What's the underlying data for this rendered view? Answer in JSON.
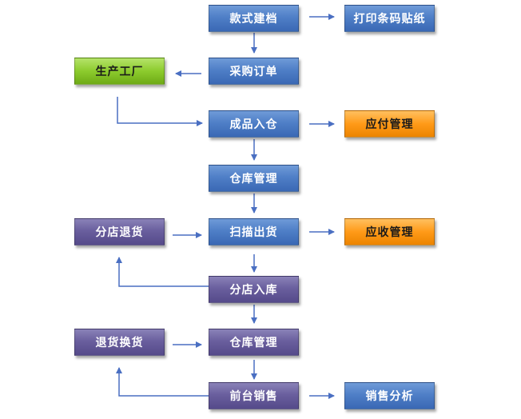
{
  "nodes": {
    "style_archive": "款式建档",
    "print_barcode": "打印条码贴纸",
    "factory": "生产工厂",
    "purchase_order": "采购订单",
    "finished_in": "成品入仓",
    "payables": "应付管理",
    "warehouse_1": "仓库管理",
    "branch_return": "分店退货",
    "scan_out": "扫描出货",
    "receivables": "应收管理",
    "branch_in": "分店入库",
    "return_exchange": "退货换货",
    "warehouse_2": "仓库管理",
    "front_sales": "前台销售",
    "sales_analysis": "销售分析"
  },
  "colors": {
    "arrow": "#4a6fc2",
    "blue": "#4f7fc7",
    "purple": "#6a5f9e",
    "green": "#8ccb2d",
    "orange": "#ff9a18"
  }
}
